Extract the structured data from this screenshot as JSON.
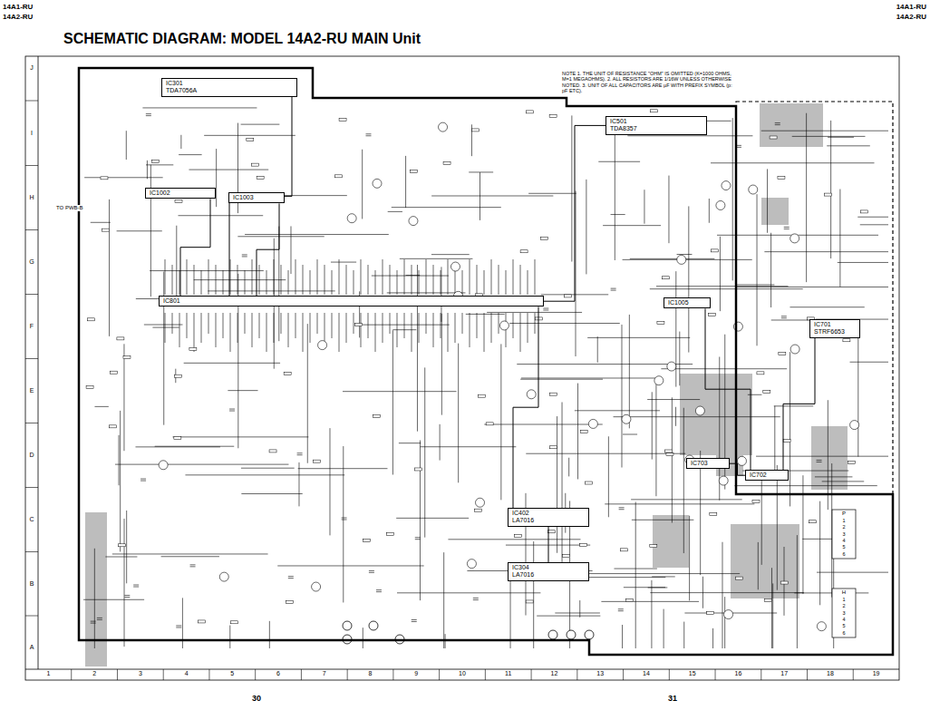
{
  "diagram": {
    "title": "SCHEMATIC DIAGRAM: MODEL 14A2-RU MAIN Unit",
    "nodes": [
      {
        "text": [
          "IC301",
          "TDA7056A"
        ]
      },
      {
        "text": [
          "IC1002"
        ]
      },
      {
        "text": [
          "IC1003"
        ]
      },
      {
        "text": [
          "IC801"
        ]
      },
      {
        "text": [
          "IC501",
          "TDA8357"
        ]
      },
      {
        "text": [
          "IC1005"
        ]
      },
      {
        "text": [
          "IC701",
          "STRF6653"
        ]
      },
      {
        "text": [
          "IC702"
        ]
      },
      {
        "text": [
          "IC703"
        ]
      },
      {
        "text": [
          "IC402",
          "LA7016"
        ]
      },
      {
        "text": [
          "IC304",
          "LA7016"
        ]
      }
    ],
    "edges": [
      {
        "from": 0,
        "to": 3,
        "arrow": "none"
      },
      {
        "from": 1,
        "to": 3,
        "arrow": "none"
      },
      {
        "from": 2,
        "to": 3,
        "arrow": "none"
      },
      {
        "from": 3,
        "to": 4,
        "arrow": "none"
      },
      {
        "from": 3,
        "to": 9,
        "arrow": "none"
      },
      {
        "from": 9,
        "to": 10,
        "arrow": "none"
      },
      {
        "from": 5,
        "to": 7,
        "arrow": "none"
      },
      {
        "from": 6,
        "to": 7,
        "arrow": "none"
      },
      {
        "from": 8,
        "to": 7,
        "arrow": "none"
      }
    ],
    "labels": [
      "14A1-RU",
      "14A2-RU",
      "14A1-RU",
      "14A2-RU",
      "J",
      "I",
      "H",
      "G",
      "F",
      "E",
      "D",
      "C",
      "B",
      "A",
      "1",
      "2",
      "3",
      "4",
      "5",
      "6",
      "7",
      "8",
      "9",
      "10",
      "11",
      "12",
      "13",
      "14",
      "15",
      "16",
      "17",
      "18",
      "19",
      "30",
      "31",
      "NOTE 1. THE UNIT OF RESISTANCE \"OHM\" IS OMITTED (K=1000 OHMS, M=1 MEGAOHMS). 2. ALL RESISTORS ARE 1/16W UNLESS OTHERWISE NOTED. 3. UNIT OF ALL CAPACITORS ARE µF WITH PREFIX SYMBOL (p: pF ETC).",
      "TO PWB-B",
      "P",
      "1",
      "2",
      "3",
      "4",
      "5",
      "6",
      "H",
      "1",
      "2",
      "3",
      "4",
      "5",
      "6"
    ]
  }
}
